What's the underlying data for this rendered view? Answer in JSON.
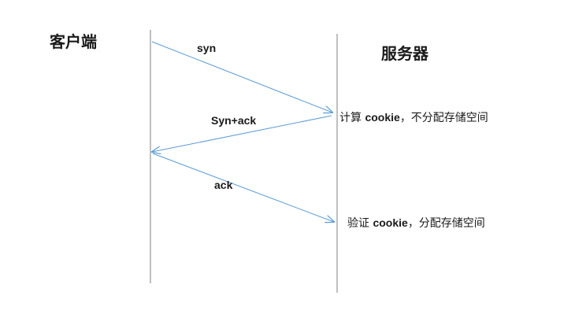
{
  "actors": {
    "client": "客户端",
    "server": "服务器"
  },
  "messages": [
    {
      "label": "syn"
    },
    {
      "label": "Syn+ack"
    },
    {
      "label": "ack"
    }
  ],
  "notes": [
    {
      "prefix": "计算",
      "code": "cookie",
      "suffix": "，不分配存储空间"
    },
    {
      "prefix": "验证",
      "code": "cookie",
      "suffix": "，分配存储空间"
    }
  ],
  "colors": {
    "lifeline": "#7f7f7f",
    "arrow": "#5b9bd5",
    "text": "#1a1a1a"
  }
}
